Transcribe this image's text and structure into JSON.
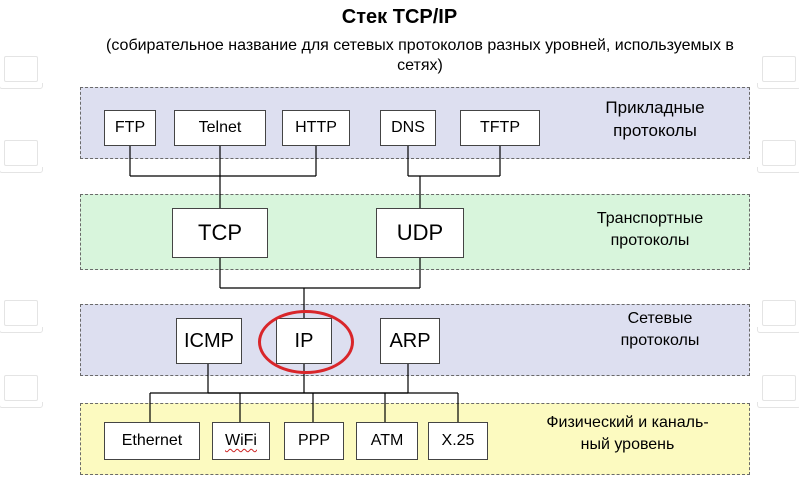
{
  "title": "Стек TCP/IP",
  "subtitle": "(собирательное название для сетевых протоколов разных уровней, используемых в сетях)",
  "layers": {
    "application": {
      "label_line1": "Прикладные",
      "label_line2": "протоколы",
      "protocols": [
        "FTP",
        "Telnet",
        "HTTP",
        "DNS",
        "TFTP"
      ]
    },
    "transport": {
      "label_line1": "Транспортные",
      "label_line2": "протоколы",
      "protocols": [
        "TCP",
        "UDP"
      ]
    },
    "network": {
      "label_line1": "Сетевые",
      "label_line2": "протоколы",
      "protocols": [
        "ICMP",
        "IP",
        "ARP"
      ]
    },
    "physical": {
      "label_line1": "Физический и каналь-",
      "label_line2": "ный уровень",
      "protocols": [
        "Ethernet",
        "WiFi",
        "PPP",
        "ATM",
        "X.25"
      ]
    }
  },
  "colors": {
    "application_band": "#dddff0",
    "transport_band": "#d8f5dc",
    "network_band": "#dddff0",
    "physical_band": "#fcfac0",
    "highlight": "#d9262a"
  }
}
